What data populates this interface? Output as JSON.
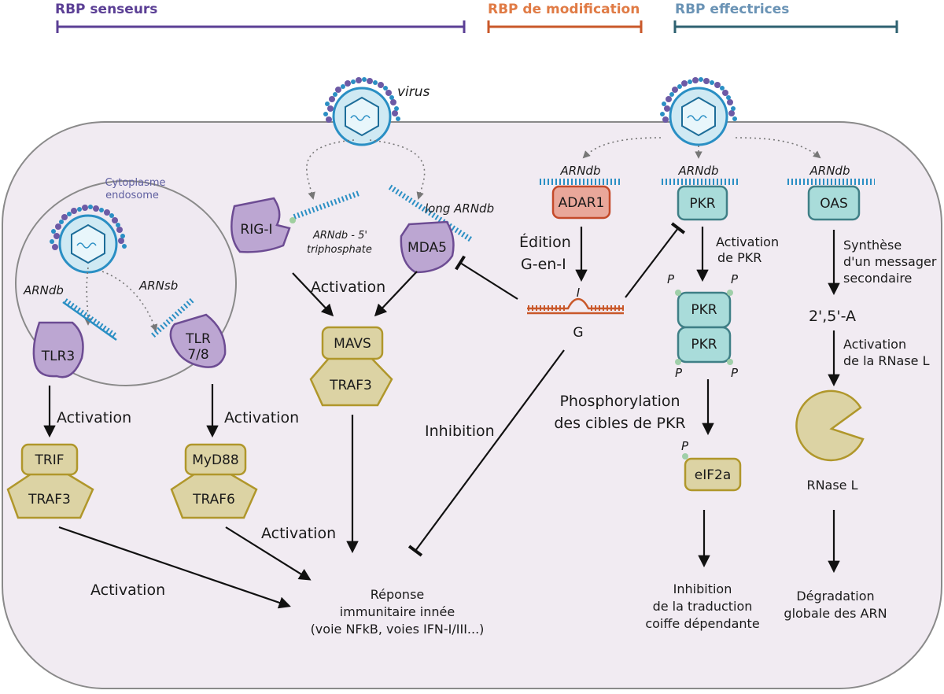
{
  "headers": {
    "sensors": "RBP senseurs",
    "modification": "RBP de modification",
    "effectors": "RBP effectrices"
  },
  "colors": {
    "sensors": "#5b3f95",
    "modification": "#e07b45",
    "modification_bar": "#c9582a",
    "effectors": "#6a93b5",
    "effectors_bar": "#2e6170",
    "cell_fill": "#f1ebf2",
    "cell_stroke": "#8a8a8a",
    "rna": "#2a8fc4",
    "purple_fill": "#bca6d2",
    "purple_stroke": "#6d4c93",
    "teal_fill": "#a9dcda",
    "teal_stroke": "#3f7f86",
    "adar_fill": "#e9a79a",
    "adar_stroke": "#c44a2a",
    "adapter_fill": "#dcd3a4",
    "adapter_stroke": "#b0972b"
  },
  "labels": {
    "virus": "virus",
    "cytoplasm": "Cytoplasme",
    "endosome": "endosome",
    "arndb_left": "ARNdb",
    "arnsb": "ARNsb",
    "tlr3": "TLR3",
    "tlr78_line1": "TLR",
    "tlr78_line2": "7/8",
    "activation_trif": "Activation",
    "activation_myd88": "Activation",
    "trif": "TRIF",
    "traf3_left": "TRAF3",
    "myd88": "MyD88",
    "traf6": "TRAF6",
    "rigi": "RIG-I",
    "arndb_5p_line1": "ARNdb - 5'",
    "arndb_5p_line2": "triphosphate",
    "long_arndb": "long ARNdb",
    "mda5": "MDA5",
    "activation_mavs": "Activation",
    "mavs": "MAVS",
    "traf3_center": "TRAF3",
    "activation_response": "Activation",
    "activation_bottom": "Activation",
    "inhibition": "Inhibition",
    "response_line1": "Réponse",
    "response_line2": "immunitaire innée",
    "response_line3": "(voie NFkB, voies IFN-I/III...)",
    "arndb_adar": "ARNdb",
    "adar1": "ADAR1",
    "edition_line1": "Édition",
    "edition_line2": "G-en-I",
    "i_mark": "I",
    "g_mark": "G",
    "arndb_pkr": "ARNdb",
    "pkr": "PKR",
    "pkr_act_line1": "Activation",
    "pkr_act_line2": "de PKR",
    "pkr_dimer_top": "PKR",
    "pkr_dimer_bottom": "PKR",
    "p": "P",
    "phospho_line1": "Phosphorylation",
    "phospho_line2": "des cibles de PKR",
    "eif2a": "eIF2a",
    "inhib_tr_line1": "Inhibition",
    "inhib_tr_line2": "de la traduction",
    "inhib_tr_line3": "coiffe dépendante",
    "arndb_oas": "ARNdb",
    "oas": "OAS",
    "synth_line1": "Synthèse",
    "synth_line2": "d'un messager",
    "synth_line3": "secondaire",
    "two_five_a": "2',5'-A",
    "rnase_act_line1": "Activation",
    "rnase_act_line2": "de la RNase L",
    "rnasel": "RNase L",
    "degr_line1": "Dégradation",
    "degr_line2": "globale des ARN"
  },
  "diagram": {
    "nodes": [
      "TLR3",
      "TLR 7/8",
      "TRIF",
      "TRAF3",
      "MyD88",
      "TRAF6",
      "RIG-I",
      "MDA5",
      "MAVS",
      "ADAR1",
      "PKR",
      "eIF2a",
      "OAS",
      "RNase L"
    ],
    "edges": [
      {
        "from": "TLR3",
        "to": "TRIF",
        "label": "Activation",
        "kind": "activation"
      },
      {
        "from": "TLR 7/8",
        "to": "MyD88",
        "label": "Activation",
        "kind": "activation"
      },
      {
        "from": "RIG-I",
        "to": "MAVS",
        "label": "Activation",
        "kind": "activation"
      },
      {
        "from": "MDA5",
        "to": "MAVS",
        "label": "Activation",
        "kind": "activation"
      },
      {
        "from": "TRAF3",
        "to": "Réponse immunitaire innée",
        "label": "Activation",
        "kind": "activation"
      },
      {
        "from": "TRAF6",
        "to": "Réponse immunitaire innée",
        "label": "Activation",
        "kind": "activation"
      },
      {
        "from": "MAVS",
        "to": "Réponse immunitaire innée",
        "label": "",
        "kind": "activation"
      },
      {
        "from": "ADAR1",
        "to": "G-en-I",
        "label": "Édition G-en-I",
        "kind": "activation"
      },
      {
        "from": "G-en-I",
        "to": "MDA5",
        "label": "",
        "kind": "inhibition"
      },
      {
        "from": "G-en-I",
        "to": "PKR",
        "label": "",
        "kind": "inhibition"
      },
      {
        "from": "G-en-I",
        "to": "Réponse immunitaire innée",
        "label": "Inhibition",
        "kind": "inhibition"
      },
      {
        "from": "PKR",
        "to": "PKR dimère",
        "label": "Activation de PKR",
        "kind": "activation"
      },
      {
        "from": "PKR dimère",
        "to": "eIF2a",
        "label": "Phosphorylation des cibles de PKR",
        "kind": "activation"
      },
      {
        "from": "eIF2a",
        "to": "Inhibition de la traduction coiffe dépendante",
        "label": "",
        "kind": "activation"
      },
      {
        "from": "OAS",
        "to": "2',5'-A",
        "label": "Synthèse d'un messager secondaire",
        "kind": "activation"
      },
      {
        "from": "2',5'-A",
        "to": "RNase L",
        "label": "Activation de la RNase L",
        "kind": "activation"
      },
      {
        "from": "RNase L",
        "to": "Dégradation globale des ARN",
        "label": "",
        "kind": "activation"
      }
    ]
  }
}
